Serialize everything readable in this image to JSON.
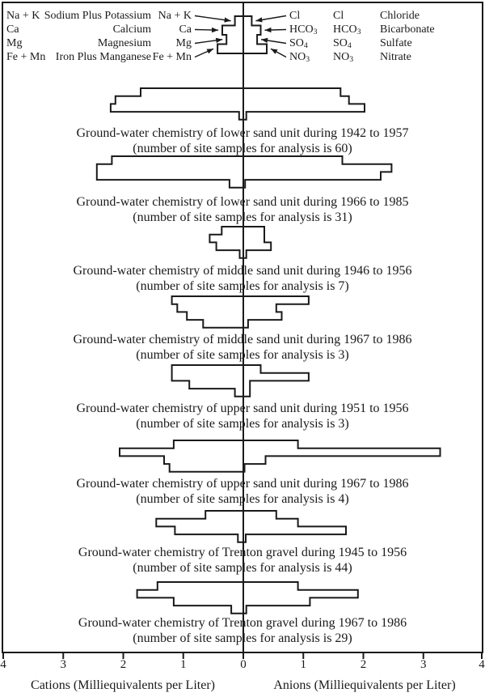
{
  "colors": {
    "line": "#1a1a1a",
    "background": "#ffffff",
    "text": "#1a1a1a"
  },
  "legend": {
    "cation_definitions": [
      {
        "symbol": "Na + K",
        "name": "Sodium Plus Potassium"
      },
      {
        "symbol": "Ca",
        "name": "Calcium"
      },
      {
        "symbol": "Mg",
        "name": "Magnesium"
      },
      {
        "symbol": "Fe + Mn",
        "name": "Iron Plus Manganese"
      }
    ],
    "anion_definitions": [
      {
        "symbol": "Cl",
        "name": "Chloride"
      },
      {
        "symbol": "HCO3",
        "name": "Bicarbonate"
      },
      {
        "symbol": "SO4",
        "name": "Sulfate"
      },
      {
        "symbol": "NO3",
        "name": "Nitrate"
      }
    ],
    "example_shape": {
      "cations": [
        0.14,
        0.35,
        0.28,
        0.43
      ],
      "anions": [
        0.14,
        0.29,
        0.23,
        0.39
      ]
    }
  },
  "chart_data": {
    "type": "stiff-diagrams",
    "units": "Milliequivalents per Liter",
    "cation_ions": [
      "Na + K",
      "Ca",
      "Mg",
      "Fe + Mn"
    ],
    "anion_ions": [
      "Cl",
      "HCO3",
      "SO4",
      "NO3"
    ],
    "x_axis": {
      "cations_label": "Cations (Milliequivalents per Liter)",
      "anions_label": "Anions (Milliequivalents per Liter)",
      "max": 4,
      "tick_labels": [
        "4",
        "3",
        "2",
        "1",
        "0",
        "1",
        "2",
        "3",
        "4"
      ],
      "grid": false
    },
    "diagrams": [
      {
        "caption": "Ground-water chemistry of lower sand unit during 1942 to 1957",
        "subcaption": "(number of site samples for analysis is 60)",
        "samples": 60,
        "cations": [
          1.71,
          2.13,
          2.21,
          0.07
        ],
        "anions": [
          1.62,
          1.76,
          2.02,
          0.05
        ]
      },
      {
        "caption": "Ground-water chemistry of lower sand unit during 1966 to 1985",
        "subcaption": "(number of site samples for analysis is 31)",
        "samples": 31,
        "cations": [
          2.19,
          2.44,
          2.44,
          0.23
        ],
        "anions": [
          1.65,
          2.47,
          2.29,
          0.03
        ]
      },
      {
        "caption": "Ground-water chemistry of middle sand unit during 1946 to 1956",
        "subcaption": "(number of site samples for analysis is 7)",
        "samples": 7,
        "cations": [
          0.36,
          0.56,
          0.45,
          0.06
        ],
        "anions": [
          0.35,
          0.35,
          0.46,
          0.05
        ]
      },
      {
        "caption": "Ground-water chemistry of middle sand unit during 1967 to 1986",
        "subcaption": "(number of site samples for analysis is 3)",
        "samples": 3,
        "cations": [
          1.19,
          1.1,
          0.94,
          0.67
        ],
        "anions": [
          1.09,
          0.55,
          0.64,
          0.08
        ]
      },
      {
        "caption": "Ground-water chemistry of upper sand unit during 1951 to 1956",
        "subcaption": "(number of site samples for analysis is 3)",
        "samples": 3,
        "cations": [
          1.19,
          1.19,
          0.9,
          0.14
        ],
        "anions": [
          0.29,
          1.09,
          0.11,
          0.11
        ]
      },
      {
        "caption": "Ground-water chemistry of upper sand unit during 1967 to 1986",
        "subcaption": "(number of site samples for analysis is 4)",
        "samples": 4,
        "cations": [
          1.16,
          2.06,
          1.32,
          1.23
        ],
        "anions": [
          0.91,
          3.28,
          0.37,
          0.02
        ]
      },
      {
        "caption": "Ground-water chemistry of Trenton gravel during 1945 to 1956",
        "subcaption": "(number of site samples for analysis is 44)",
        "samples": 44,
        "cations": [
          0.63,
          1.45,
          1.14,
          0.09
        ],
        "anions": [
          0.55,
          0.91,
          1.71,
          0.04
        ]
      },
      {
        "caption": "Ground-water chemistry of Trenton gravel during 1967 to 1986",
        "subcaption": "(number of site samples for analysis is 29)",
        "samples": 29,
        "cations": [
          1.43,
          1.77,
          1.16,
          0.2
        ],
        "anions": [
          0.91,
          1.91,
          1.11,
          0.05
        ]
      }
    ]
  }
}
